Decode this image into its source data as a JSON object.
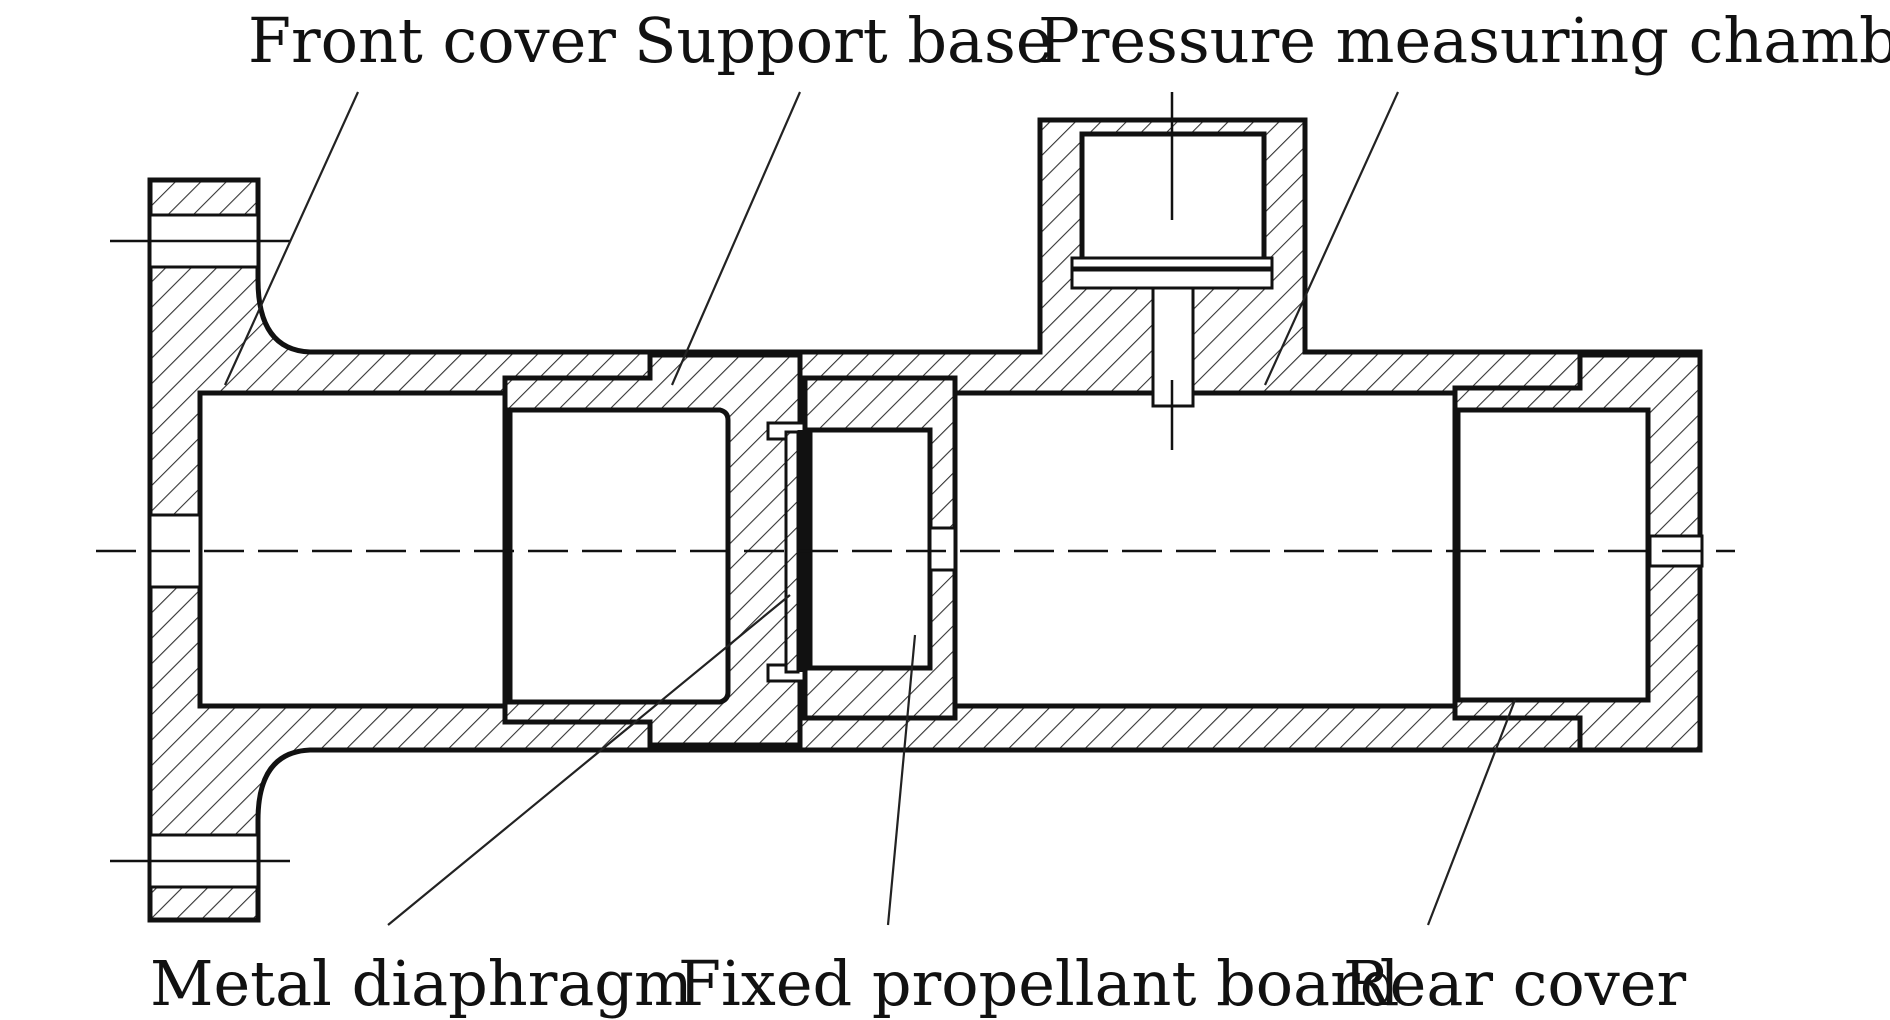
{
  "labels": {
    "front_cover": "Front cover",
    "support_base": "Support base",
    "pressure_chamber": "Pressure measuring chamber",
    "metal_diaphragm": "Metal diaphragm",
    "fixed_propellant_board": "Fixed propellant board",
    "rear_cover": "Rear cover"
  },
  "colors": {
    "line": "#111111",
    "background": "#ffffff"
  }
}
